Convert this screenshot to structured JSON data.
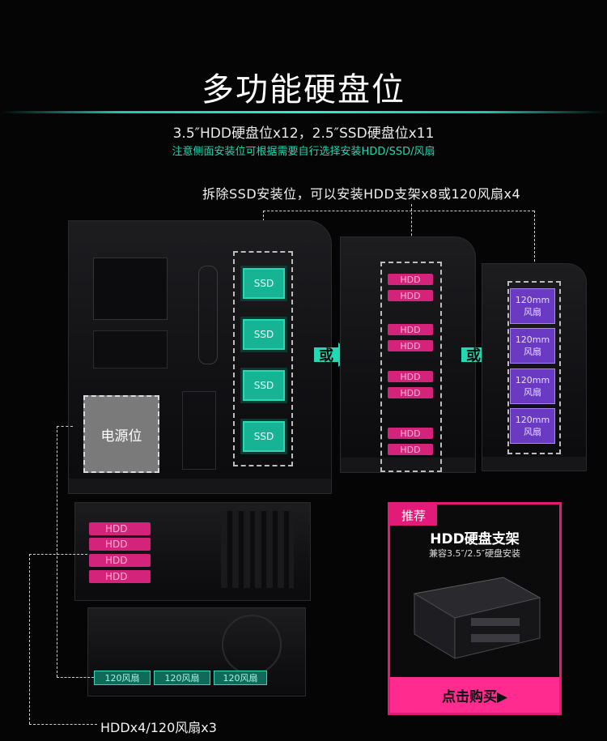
{
  "header": {
    "title": "多功能硬盘位",
    "spec_line": "3.5″HDD硬盘位x12，2.5″SSD硬盘位x11",
    "note_line": "注意侧面安装位可根据需要自行选择安装HDD/SSD/风扇"
  },
  "top_diagram": {
    "remove_note": "拆除SSD安装位，可以安装HDD支架x8或120风扇x4",
    "ssd_label": "SSD",
    "ssd_slots": [
      "SSD",
      "SSD",
      "SSD",
      "SSD"
    ],
    "hdd_slots": [
      "HDD",
      "HDD",
      "HDD",
      "HDD",
      "HDD",
      "HDD",
      "HDD",
      "HDD"
    ],
    "fan_slots": [
      {
        "size": "120mm",
        "label": "风扇"
      },
      {
        "size": "120mm",
        "label": "风扇"
      },
      {
        "size": "120mm",
        "label": "风扇"
      },
      {
        "size": "120mm",
        "label": "风扇"
      }
    ],
    "or_label": "或",
    "psu_label": "电源位"
  },
  "bottom_diagram": {
    "hdd_slots": [
      "HDD",
      "HDD",
      "HDD",
      "HDD"
    ],
    "fan_slots": [
      "120风扇",
      "120风扇",
      "120风扇"
    ],
    "summary": "HDDx4/120风扇x3"
  },
  "promo": {
    "tag": "推荐",
    "title": "HDD硬盘支架",
    "subtitle": "兼容3.5″/2.5″硬盘安装",
    "cta": "点击购买▶"
  },
  "colors": {
    "accent_teal": "#21d8b0",
    "accent_pink": "#e21a78",
    "fan_purple": "#6a3bc2"
  }
}
